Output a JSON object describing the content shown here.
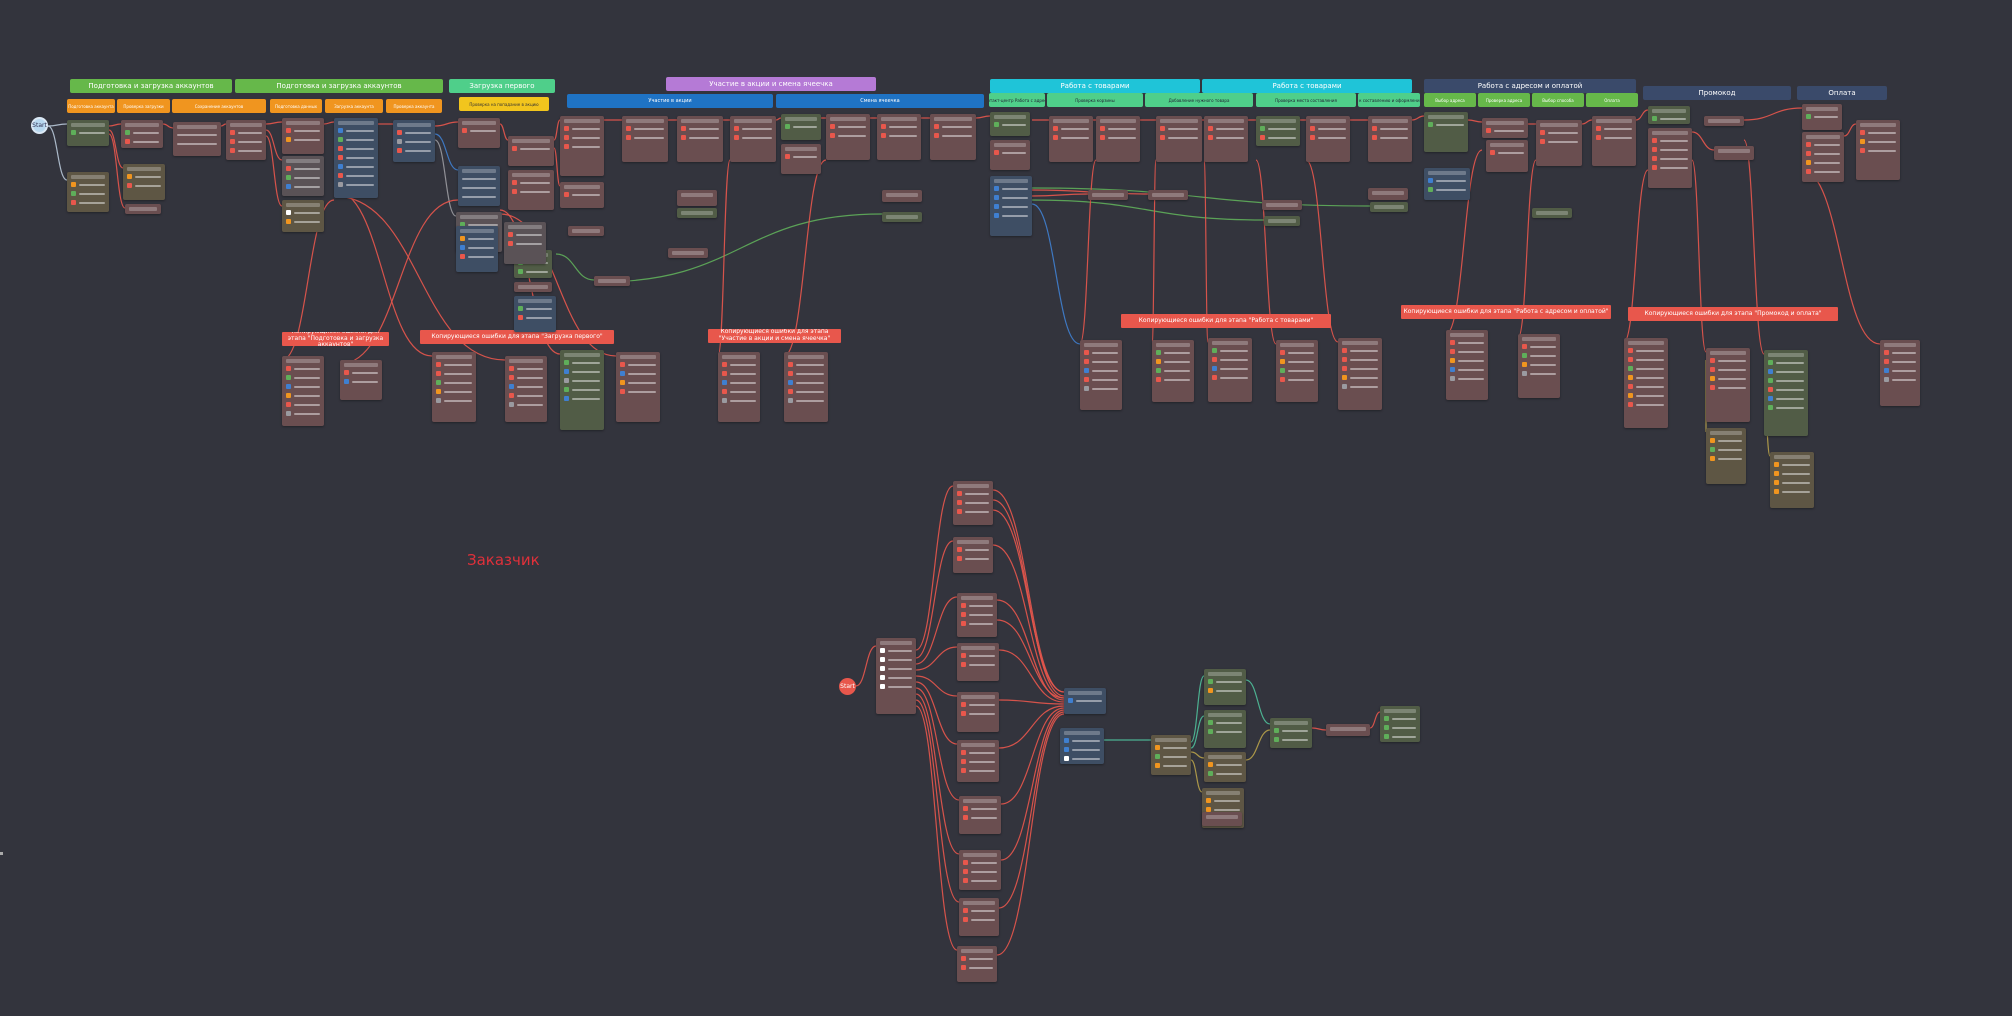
{
  "bands": [
    {
      "text": "Подготовка и загрузка аккаунтов",
      "color": "#66b84a"
    },
    {
      "text": "Подготовка и загрузка аккаунтов",
      "color": "#66b84a"
    },
    {
      "text": "Загрузка первого",
      "color": "#4fcf8a"
    },
    {
      "text": "Участие в акции и смена ячеечка",
      "color": "#b57ad6"
    },
    {
      "text": "Работа с товарами",
      "color": "#1fc4d8"
    },
    {
      "text": "Работа с товарами",
      "color": "#1fc4d8"
    },
    {
      "text": "Работа с адресом и оплатой",
      "color": "#3a4a6a"
    },
    {
      "text": "Промокод",
      "color": "#3a4a6a"
    },
    {
      "text": "Оплата",
      "color": "#3a4a6a"
    }
  ],
  "subbands": [
    {
      "text": "Подготовка аккаунта",
      "color": "#f0951f"
    },
    {
      "text": "Проверка загрузки",
      "color": "#f0951f"
    },
    {
      "text": "Сохранение аккаунтов",
      "color": "#f0951f"
    },
    {
      "text": "Подготовка данных",
      "color": "#f0951f"
    },
    {
      "text": "Загрузка аккаунта",
      "color": "#f0951f"
    },
    {
      "text": "Проверка аккаунта",
      "color": "#f0951f"
    },
    {
      "text": "Проверка на попадание в акцию",
      "color": "#f2c51d"
    },
    {
      "text": "Участие в акции",
      "color": "#1f73c4"
    },
    {
      "text": "Смена ячеечка",
      "color": "#1f73c4"
    },
    {
      "text": "Контакт-центр Работа с адресом",
      "color": "#4fcf8a"
    },
    {
      "text": "Проверка корзины",
      "color": "#4fcf8a"
    },
    {
      "text": "Добавление нужного товара",
      "color": "#4fcf8a"
    },
    {
      "text": "Проверка места составления",
      "color": "#4fcf8a"
    },
    {
      "text": "Переход к составлению и оформлению заказа",
      "color": "#4fcf8a"
    },
    {
      "text": "Выбор адреса",
      "color": "#66b84a"
    },
    {
      "text": "Проверка адреса",
      "color": "#66b84a"
    },
    {
      "text": "Выбор способа",
      "color": "#66b84a"
    },
    {
      "text": "Оплата",
      "color": "#66b84a"
    }
  ],
  "notes": [
    {
      "text": "Копирующиеся ошибки для этапа \"Подготовка и загрузка аккаунтов\""
    },
    {
      "text": "Копирующиеся ошибки для этапа \"Загрузка первого\""
    },
    {
      "text": "Копирующиеся ошибки для этапа \"Участие в акции и смена ячеечка\""
    },
    {
      "text": "Копирующиеся ошибки для этапа \"Работа с товарами\""
    },
    {
      "text": "Копирующиеся ошибки для этапа \"Работа с адресом и оплатой\""
    },
    {
      "text": "Копирующиеся ошибки для этапа \"Промокод и оплата\""
    }
  ],
  "start_top": {
    "text": "Start",
    "color": "#b8d8f0"
  },
  "start_bottom": {
    "text": "Start",
    "color": "#e8574c"
  },
  "big_label": {
    "text": "Заказчик",
    "color": "#e0303a"
  },
  "colors": {
    "background": "#33343d",
    "wire_red": "#e8574c",
    "wire_green": "#5fae5a",
    "wire_blue": "#3f7fd0",
    "wire_gray": "#9a9aa0",
    "wire_light": "#b8c8d8"
  }
}
